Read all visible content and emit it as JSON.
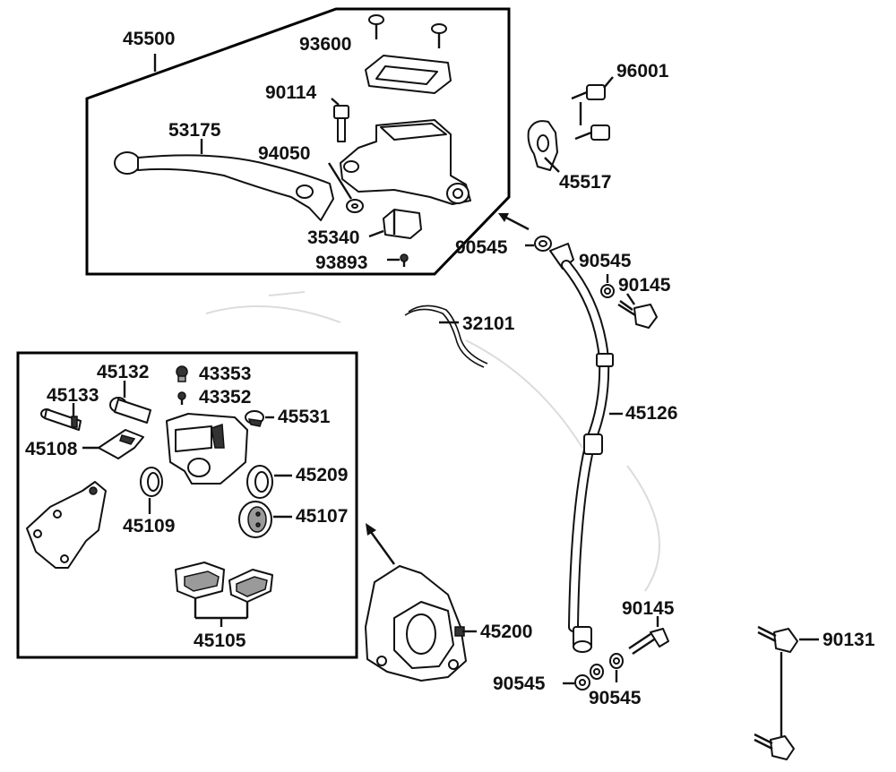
{
  "diagram": {
    "groups": {
      "master_cylinder": "45500",
      "brake_caliper": "45200"
    },
    "parts": {
      "p93600": "93600",
      "p90114": "90114",
      "p53175": "53175",
      "p94050": "94050",
      "p35340": "35340",
      "p93893": "93893",
      "p96001": "96001",
      "p45517": "45517",
      "p90545_a": "90545",
      "p90545_b": "90545",
      "p90145_a": "90145",
      "p32101": "32101",
      "p45126": "45126",
      "p45132": "45132",
      "p43353": "43353",
      "p45133": "45133",
      "p43352": "43352",
      "p45531": "45531",
      "p45108": "45108",
      "p45209": "45209",
      "p45109": "45109",
      "p45107": "45107",
      "p45105": "45105",
      "p90145_b": "90145",
      "p90131": "90131",
      "p90545_c": "90545",
      "p90545_d": "90545"
    }
  }
}
